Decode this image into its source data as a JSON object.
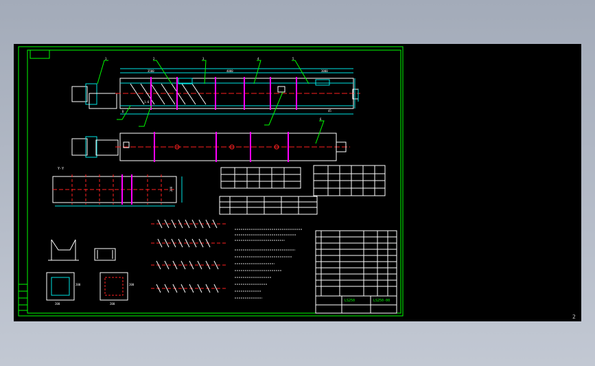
{
  "drawing": {
    "viewport_background": "#000000",
    "page_number": "2",
    "colors": {
      "frame": "#00ff00",
      "outline": "#ffffff",
      "center": "#ff2020",
      "accent": "#ff00ff",
      "dimension": "#00e5e5",
      "leader": "#00ff00",
      "text": "#ffffff"
    }
  },
  "main_view": {
    "dims": [
      "3500",
      "4000",
      "3000"
    ],
    "labels": [
      "D",
      "1.6",
      "45"
    ],
    "callouts": [
      "1",
      "2",
      "3",
      "4",
      "5"
    ]
  },
  "top_view": {
    "callouts": [
      "6"
    ]
  },
  "detail_view": {
    "title": "Y-Y",
    "dim": "200"
  },
  "bracket_views": {
    "labels": [
      "200",
      "200",
      "200",
      "200"
    ]
  },
  "title_block": {
    "code": "LS250",
    "drawing_no": "LS250-00"
  }
}
